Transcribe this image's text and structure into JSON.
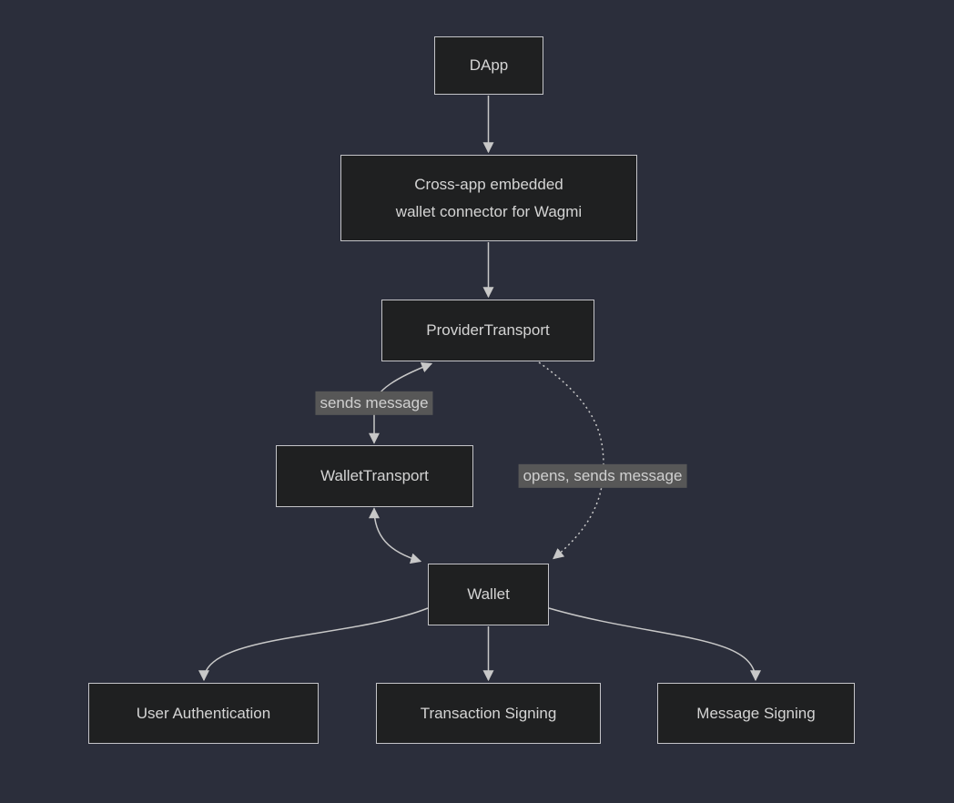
{
  "diagram": {
    "type": "flowchart",
    "direction": "top-down",
    "nodes": {
      "dapp": {
        "label": "DApp"
      },
      "connector": {
        "label": "Cross-app embedded\nwallet connector for Wagmi"
      },
      "provider_transport": {
        "label": "ProviderTransport"
      },
      "wallet_transport": {
        "label": "WalletTransport"
      },
      "wallet": {
        "label": "Wallet"
      },
      "user_authentication": {
        "label": "User Authentication"
      },
      "transaction_signing": {
        "label": "Transaction Signing"
      },
      "message_signing": {
        "label": "Message Signing"
      }
    },
    "edge_labels": {
      "sends_message": "sends message",
      "opens_sends_message": "opens, sends message"
    },
    "edges": [
      {
        "from": "DApp",
        "to": "Cross-app embedded wallet connector for Wagmi",
        "style": "solid",
        "arrows": "end",
        "label": ""
      },
      {
        "from": "Cross-app embedded wallet connector for Wagmi",
        "to": "ProviderTransport",
        "style": "solid",
        "arrows": "end",
        "label": ""
      },
      {
        "from": "ProviderTransport",
        "to": "WalletTransport",
        "style": "solid",
        "arrows": "both",
        "label": "sends message"
      },
      {
        "from": "ProviderTransport",
        "to": "Wallet",
        "style": "dotted",
        "arrows": "end",
        "label": "opens, sends message"
      },
      {
        "from": "WalletTransport",
        "to": "Wallet",
        "style": "solid",
        "arrows": "both",
        "label": ""
      },
      {
        "from": "Wallet",
        "to": "User Authentication",
        "style": "solid",
        "arrows": "end",
        "label": ""
      },
      {
        "from": "Wallet",
        "to": "Transaction Signing",
        "style": "solid",
        "arrows": "end",
        "label": ""
      },
      {
        "from": "Wallet",
        "to": "Message Signing",
        "style": "solid",
        "arrows": "end",
        "label": ""
      }
    ],
    "colors": {
      "background": "#2b2e3b",
      "node_fill": "#1f2021",
      "node_border": "#c4c4c8",
      "node_text": "#d4d4d4",
      "edge_line": "#c8c8c8",
      "edge_label_bg": "#575757",
      "edge_label_text": "#d0d0d0"
    }
  }
}
